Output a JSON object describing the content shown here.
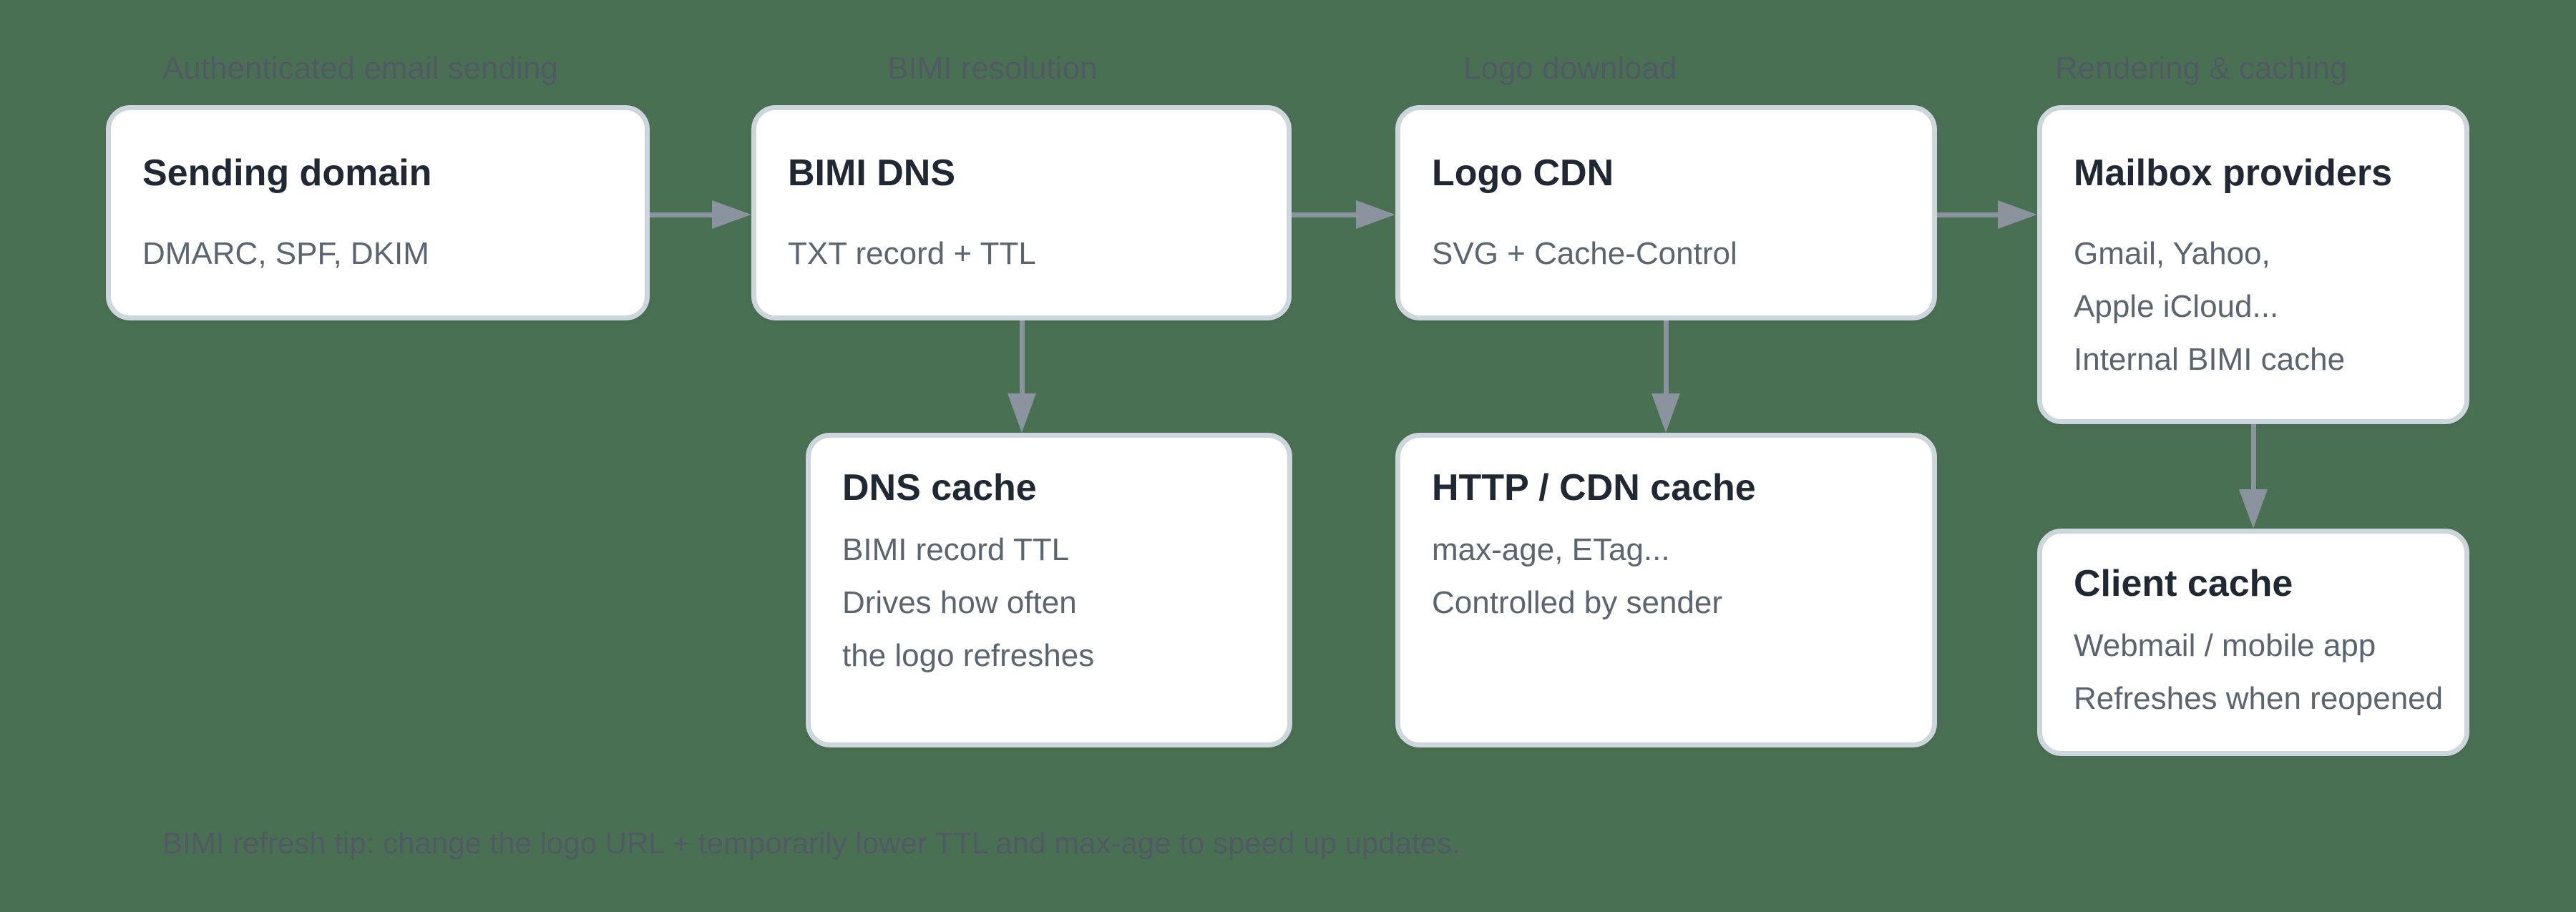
{
  "colors": {
    "background": "#4A7053",
    "card_fill": "#FFFFFF",
    "card_border": "#CDD5DD",
    "arrow": "#8A939E",
    "title_text": "#1F2833",
    "body_text": "#5A6570",
    "muted_text": "#515A64"
  },
  "stage_labels": [
    {
      "label": "Authenticated email sending"
    },
    {
      "label": "BIMI resolution"
    },
    {
      "label": "Logo download"
    },
    {
      "label": "Rendering & caching"
    }
  ],
  "nodes": {
    "sending_domain": {
      "title": "Sending domain",
      "lines": [
        "DMARC, SPF, DKIM"
      ]
    },
    "bimi_dns": {
      "title": "BIMI DNS",
      "lines": [
        "TXT record + TTL"
      ]
    },
    "logo_cdn": {
      "title": "Logo CDN",
      "lines": [
        "SVG + Cache-Control"
      ]
    },
    "mailbox_providers": {
      "title": "Mailbox providers",
      "lines": [
        "Gmail, Yahoo,",
        "Apple iCloud...",
        "Internal BIMI cache"
      ]
    },
    "dns_cache": {
      "title": "DNS cache",
      "lines": [
        "BIMI record TTL",
        "Drives how often",
        "the logo refreshes"
      ]
    },
    "http_cdn_cache": {
      "title": "HTTP / CDN cache",
      "lines": [
        "max-age, ETag...",
        "Controlled by sender"
      ]
    },
    "client_cache": {
      "title": "Client cache",
      "lines": [
        "Webmail / mobile app",
        "Refreshes when reopened"
      ]
    }
  },
  "footnote": "BIMI refresh tip: change the logo URL + temporarily lower TTL and max-age to speed up updates."
}
